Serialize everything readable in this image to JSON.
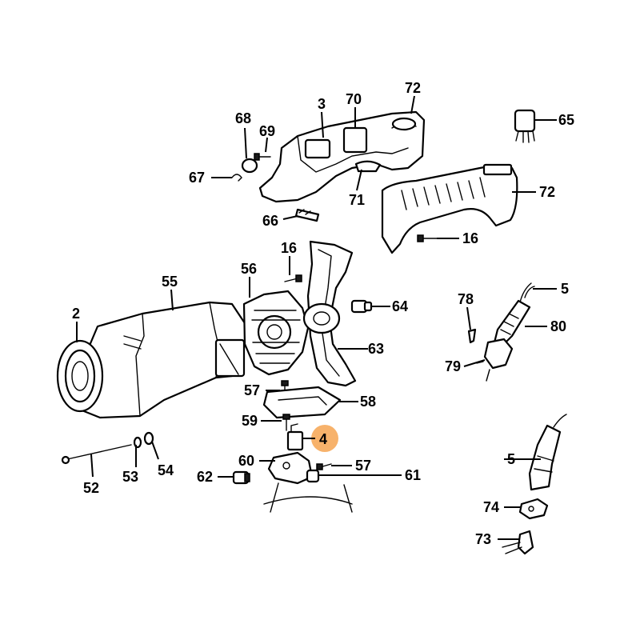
{
  "diagram": {
    "highlight_color": "#f7b26b",
    "highlighted_part": "4",
    "callouts": {
      "c2": "2",
      "c3": "3",
      "c4": "4",
      "c5a": "5",
      "c5b": "5",
      "c16a": "16",
      "c16b": "16",
      "c52": "52",
      "c53": "53",
      "c54": "54",
      "c55": "55",
      "c56": "56",
      "c57a": "57",
      "c57b": "57",
      "c58": "58",
      "c59": "59",
      "c60": "60",
      "c61": "61",
      "c62": "62",
      "c63": "63",
      "c64": "64",
      "c65": "65",
      "c66": "66",
      "c67": "67",
      "c68": "68",
      "c69": "69",
      "c70": "70",
      "c71": "71",
      "c72a": "72",
      "c72b": "72",
      "c73": "73",
      "c74": "74",
      "c78": "78",
      "c79": "79",
      "c80": "80"
    }
  }
}
